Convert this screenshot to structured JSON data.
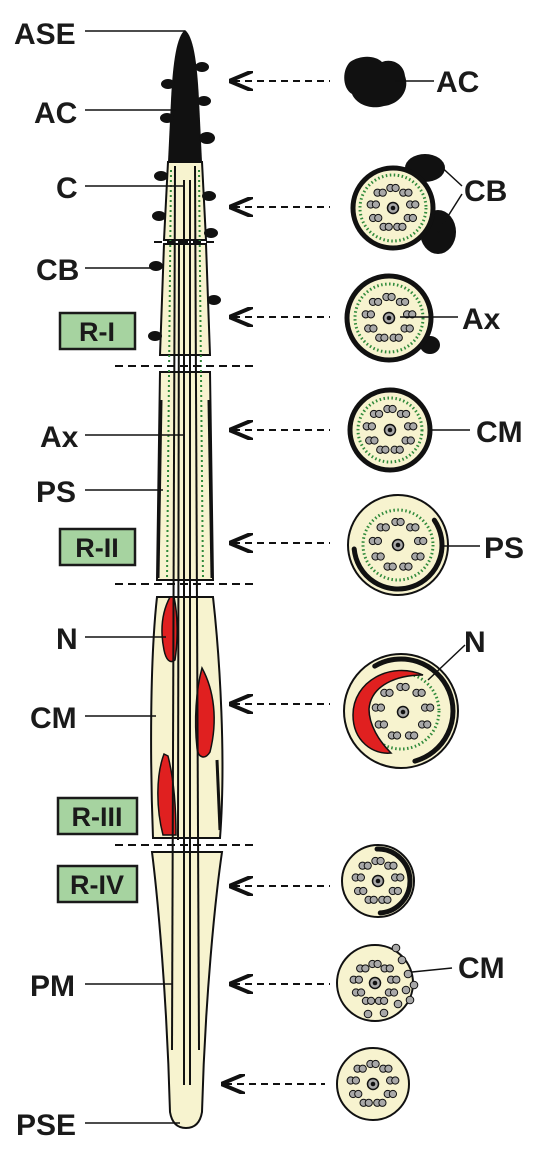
{
  "labels": {
    "ase": "ASE",
    "ac_left": "AC",
    "c": "C",
    "cb_left": "CB",
    "ax_left": "Ax",
    "ps_left": "PS",
    "n_left": "N",
    "cm_left": "CM",
    "pm": "PM",
    "pse": "PSE",
    "ac_right": "AC",
    "cb_right": "CB",
    "ax_right": "Ax",
    "cm_right_1": "CM",
    "ps_right": "PS",
    "n_right": "N",
    "cm_right_2": "CM"
  },
  "regions": [
    "R-I",
    "R-II",
    "R-III",
    "R-IV"
  ],
  "colors": {
    "cytoplasm": "#f7f3cf",
    "black": "#111111",
    "nucleus": "#e02020",
    "box_fill": "#a6d3a0",
    "dots_green": "#2f8a3a",
    "doublet": "#a8a8a8"
  }
}
